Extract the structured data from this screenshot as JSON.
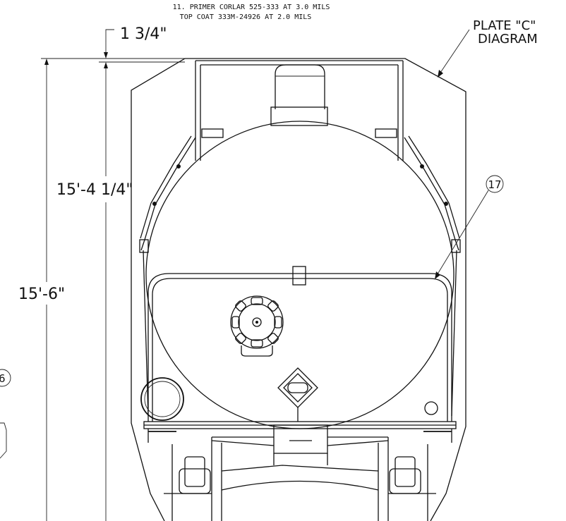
{
  "notes": {
    "line1": "11. PRIMER CORLAR 525-333 AT 3.0 MILS",
    "line2": "TOP COAT 333M-24926 AT 2.0 MILS"
  },
  "dimensions": {
    "top_offset": "1 3/4\"",
    "height_inner": "15'-4 1/4\"",
    "height_overall": "15'-6\""
  },
  "callouts": {
    "plate_line1": "PLATE \"C\"",
    "plate_line2": "DIAGRAM",
    "item_17": "17",
    "item_6": "6"
  }
}
